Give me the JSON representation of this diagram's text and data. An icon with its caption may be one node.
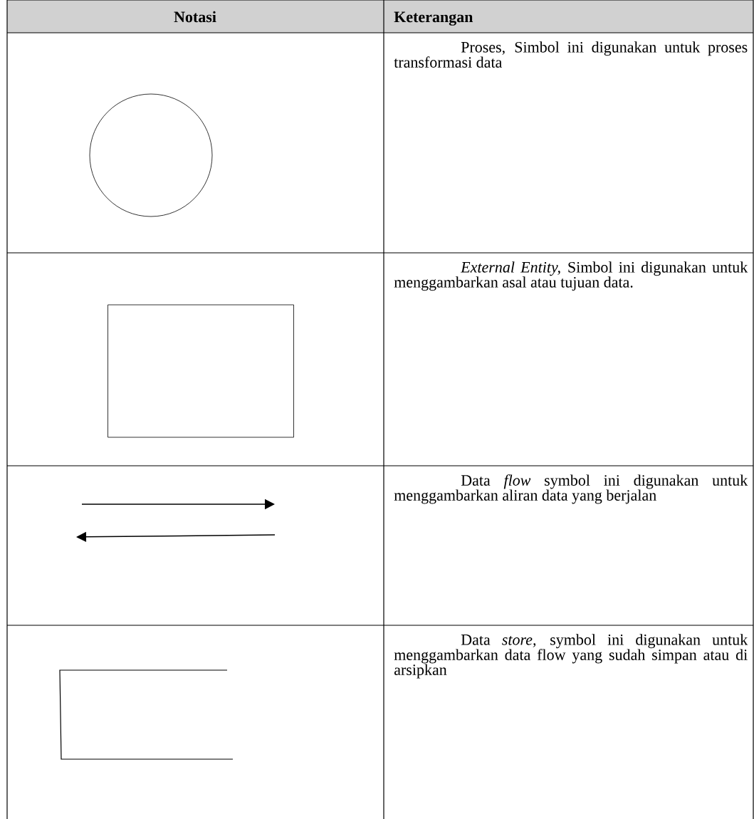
{
  "diagram": {
    "nodes": [
      {
        "text": [],
        "shape": "circle"
      },
      {
        "text": [],
        "shape": "box"
      }
    ],
    "labels": [
      "Notasi",
      "Keterangan",
      "Proses, Simbol ini digunakan untuk proses transformasi data",
      "*External Entity,* Simbol ini digunakan untuk menggambarkan asal atau tujuan data.",
      "Data *flow* symbol ini digunakan untuk menggambarkan aliran data yang berjalan",
      "Data *store,* symbol ini digunakan untuk menggambarkan data flow yang sudah simpan atau di arsipkan"
    ]
  }
}
